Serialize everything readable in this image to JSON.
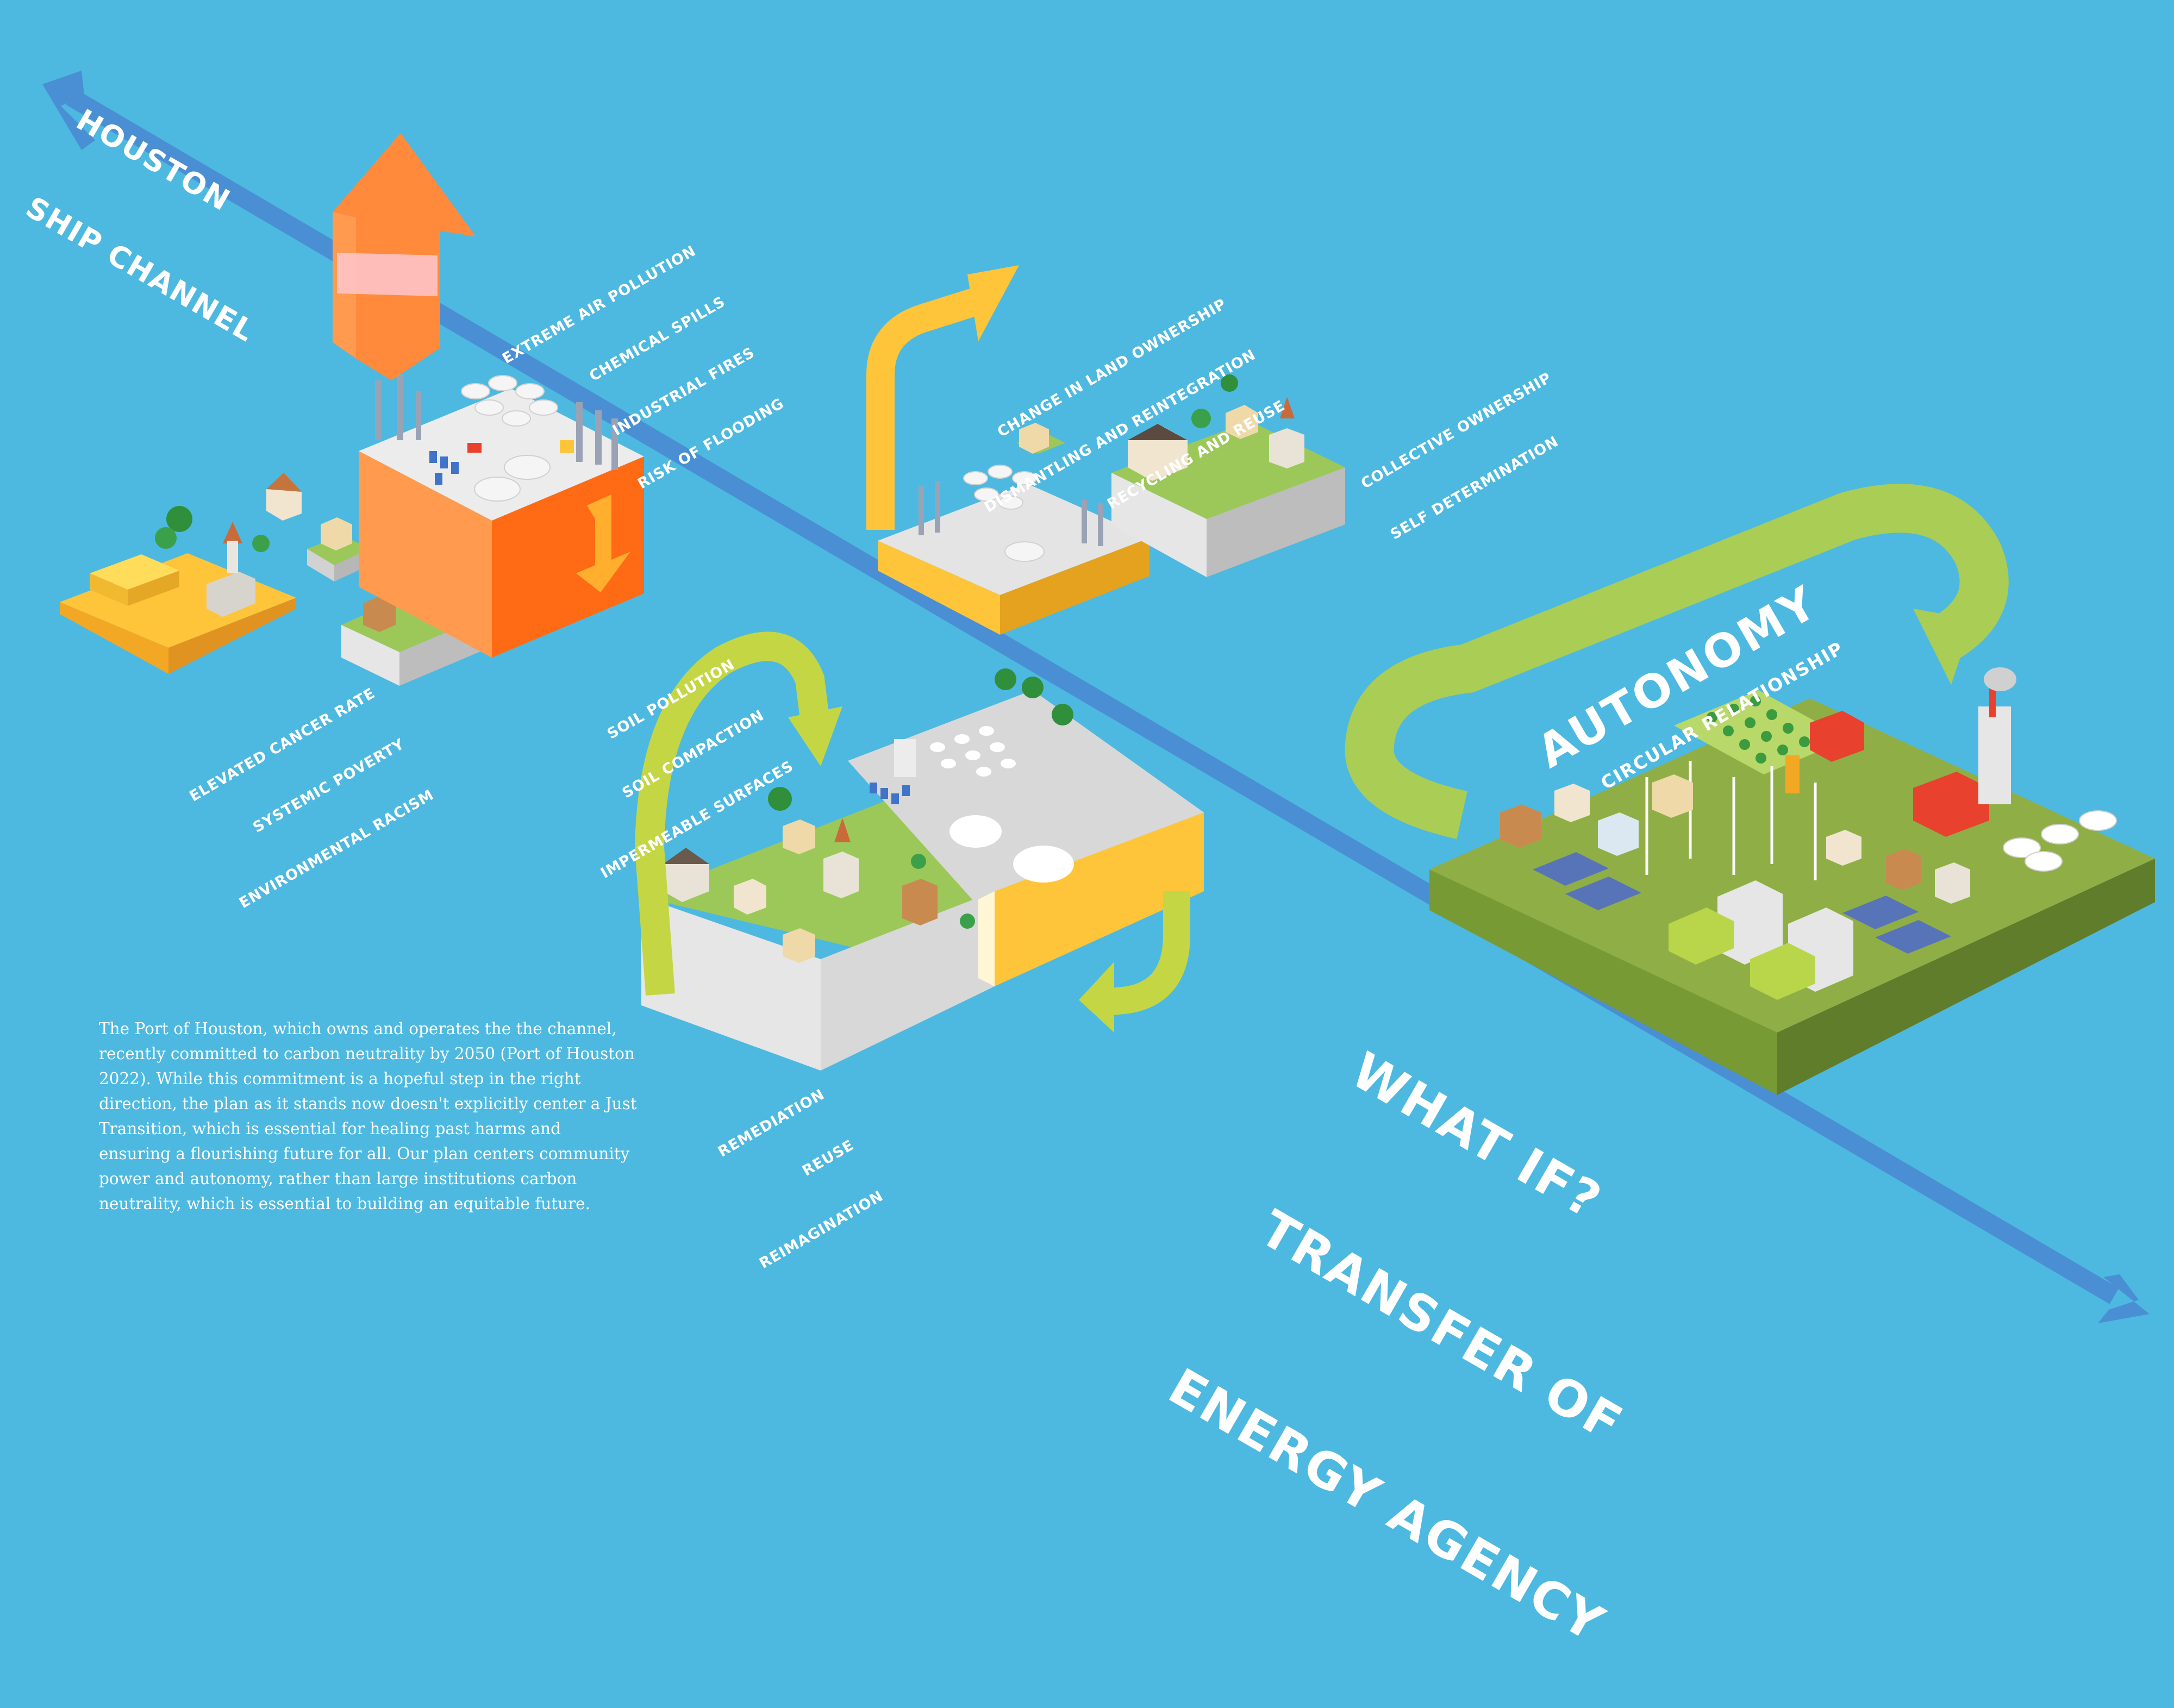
{
  "channel": {
    "title_lines": [
      "HOUSTON",
      "SHIP CHANNEL"
    ],
    "color": "#4a8fd3"
  },
  "colors": {
    "background": "#4db9e0",
    "orange": "#ff8a3c",
    "yellow": "#ffc53a",
    "lime": "#c5d645",
    "green": "#aacd55",
    "grass": "#9cc85a"
  },
  "labels": {
    "pollution_lines": [
      "EXTREME AIR POLLUTION",
      "CHEMICAL SPILLS",
      "INDUSTRIAL FIRES",
      "RISK OF FLOODING"
    ],
    "health_lines": [
      "ELEVATED CANCER RATE",
      "SYSTEMIC POVERTY",
      "ENVIRONMENTAL RACISM"
    ],
    "soil_lines": [
      "SOIL POLLUTION",
      "SOIL COMPACTION",
      "IMPERMEABLE SURFACES"
    ],
    "land_lines": [
      "CHANGE IN LAND OWNERSHIP",
      "DISMANTLING AND REINTEGRATION",
      "RECYCLING AND REUSE"
    ],
    "collective_lines": [
      "COLLECTIVE OWNERSHIP",
      "SELF DETERMINATION"
    ],
    "remediation_lines": [
      "REMEDIATION",
      "REUSE",
      "REIMAGINATION"
    ],
    "autonomy_title": "AUTONOMY",
    "autonomy_sub": "CIRCULAR RELATIONSHIP",
    "what_if_lines": [
      "WHAT IF?",
      "TRANSFER OF",
      "ENERGY AGENCY"
    ]
  },
  "paragraph": "The Port of Houston, which owns and operates the the channel, recently committed to carbon neutrality by 2050 (Port of Houston 2022). While this commitment is a hopeful step in the right direction, the plan as it stands now doesn't explicitly center a Just Transition, which is essential for healing past harms and ensuring a flourishing future for all. Our plan centers community power and autonomy, rather than large institutions carbon neutrality, which is essential to building an equitable future."
}
